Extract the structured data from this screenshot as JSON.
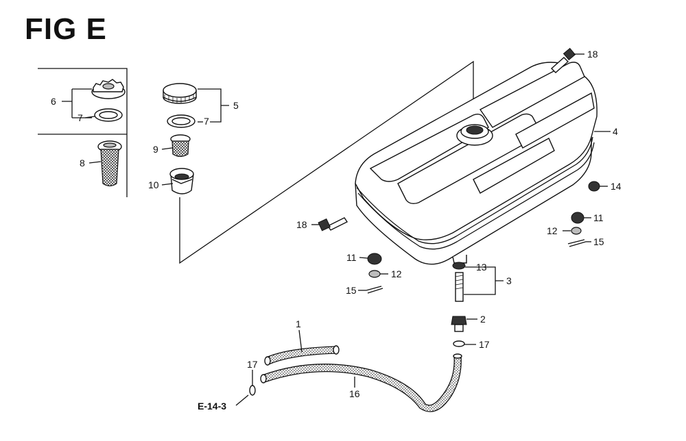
{
  "figure": {
    "title": "FIG E",
    "reference": "E-14-3"
  },
  "labels": {
    "p1": "1",
    "p2": "2",
    "p3": "3",
    "p4": "4",
    "p5": "5",
    "p6": "6",
    "p7a": "7",
    "p7b": "7",
    "p8": "8",
    "p9": "9",
    "p10": "10",
    "p11a": "11",
    "p11b": "11",
    "p12a": "12",
    "p12b": "12",
    "p13": "13",
    "p14": "14",
    "p15a": "15",
    "p15b": "15",
    "p16": "16",
    "p17a": "17",
    "p17b": "17",
    "p18a": "18",
    "p18b": "18"
  }
}
